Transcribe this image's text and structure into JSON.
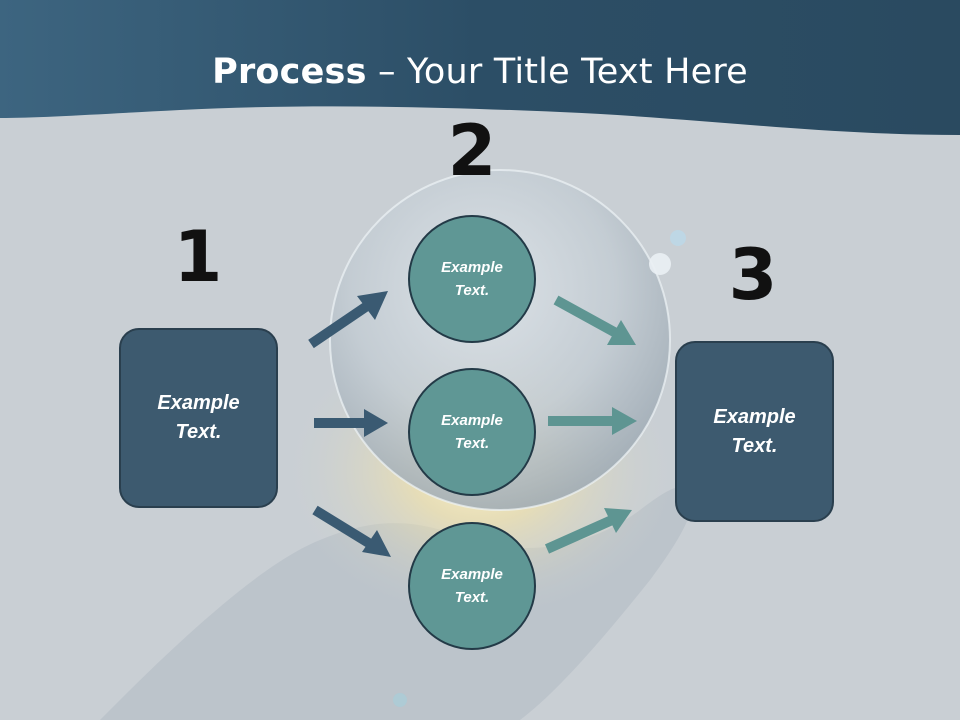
{
  "title": {
    "bold": "Process",
    "rest": " – Your Title Text Here"
  },
  "steps": [
    {
      "number": "1"
    },
    {
      "number": "2"
    },
    {
      "number": "3"
    }
  ],
  "input_box": {
    "text": "Example Text."
  },
  "output_box": {
    "text": "Example Text."
  },
  "circles": [
    {
      "text": "Example Text."
    },
    {
      "text": "Example Text."
    },
    {
      "text": "Example Text."
    }
  ],
  "colors": {
    "header": "#2f536b",
    "box_fill": "#3d5a6f",
    "circle_fill": "#5f9795",
    "arrow_dark": "#3a5a72",
    "arrow_teal": "#5e9592"
  }
}
